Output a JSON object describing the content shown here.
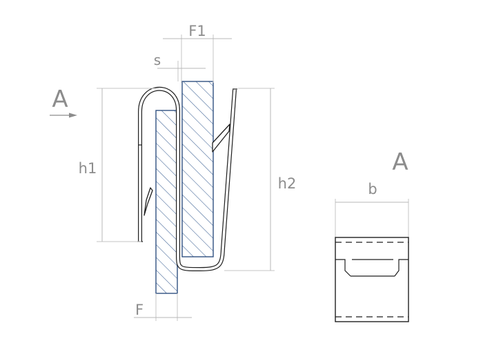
{
  "labels": {
    "f1": "F1",
    "s": "s",
    "f": "F",
    "h1": "h1",
    "h2": "h2",
    "b": "b",
    "view_arrow": "A",
    "view_title": "A"
  },
  "colors": {
    "hatch": "#3a5f93",
    "outline": "#1e1e1e",
    "dimension": "#b7b7b7",
    "label": "#8c8c8c"
  }
}
